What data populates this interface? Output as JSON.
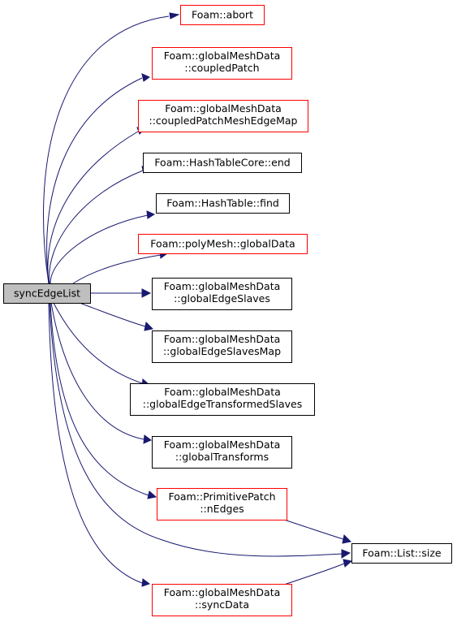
{
  "colors": {
    "edge": "#191970",
    "border_red": "#ff0000",
    "border_black": "#000000",
    "root_fill": "#bfbfbf",
    "node_fill": "#ffffff"
  },
  "nodes": {
    "syncEdgeList": {
      "lines": [
        "syncEdgeList"
      ],
      "border": "black",
      "root": true
    },
    "abort": {
      "lines": [
        "Foam::abort"
      ],
      "border": "red"
    },
    "coupledPatch": {
      "lines": [
        "Foam::globalMeshData",
        "::coupledPatch"
      ],
      "border": "red"
    },
    "coupledPatchMeshEdgeMap": {
      "lines": [
        "Foam::globalMeshData",
        "::coupledPatchMeshEdgeMap"
      ],
      "border": "red"
    },
    "end": {
      "lines": [
        "Foam::HashTableCore::end"
      ],
      "border": "black"
    },
    "find": {
      "lines": [
        "Foam::HashTable::find"
      ],
      "border": "black"
    },
    "globalData": {
      "lines": [
        "Foam::polyMesh::globalData"
      ],
      "border": "red"
    },
    "globalEdgeSlaves": {
      "lines": [
        "Foam::globalMeshData",
        "::globalEdgeSlaves"
      ],
      "border": "black"
    },
    "globalEdgeSlavesMap": {
      "lines": [
        "Foam::globalMeshData",
        "::globalEdgeSlavesMap"
      ],
      "border": "black"
    },
    "globalEdgeTransformedSlaves": {
      "lines": [
        "Foam::globalMeshData",
        "::globalEdgeTransformedSlaves"
      ],
      "border": "black"
    },
    "globalTransforms": {
      "lines": [
        "Foam::globalMeshData",
        "::globalTransforms"
      ],
      "border": "black"
    },
    "nEdges": {
      "lines": [
        "Foam::PrimitivePatch",
        "::nEdges"
      ],
      "border": "red"
    },
    "size": {
      "lines": [
        "Foam::List::size"
      ],
      "border": "black"
    },
    "syncData": {
      "lines": [
        "Foam::globalMeshData",
        "::syncData"
      ],
      "border": "red"
    }
  },
  "edges": [
    [
      "syncEdgeList",
      "abort"
    ],
    [
      "syncEdgeList",
      "coupledPatch"
    ],
    [
      "syncEdgeList",
      "coupledPatchMeshEdgeMap"
    ],
    [
      "syncEdgeList",
      "end"
    ],
    [
      "syncEdgeList",
      "find"
    ],
    [
      "syncEdgeList",
      "globalData"
    ],
    [
      "syncEdgeList",
      "globalEdgeSlaves"
    ],
    [
      "syncEdgeList",
      "globalEdgeSlavesMap"
    ],
    [
      "syncEdgeList",
      "globalEdgeTransformedSlaves"
    ],
    [
      "syncEdgeList",
      "globalTransforms"
    ],
    [
      "syncEdgeList",
      "nEdges"
    ],
    [
      "syncEdgeList",
      "size"
    ],
    [
      "syncEdgeList",
      "syncData"
    ],
    [
      "nEdges",
      "size"
    ],
    [
      "syncData",
      "size"
    ]
  ]
}
